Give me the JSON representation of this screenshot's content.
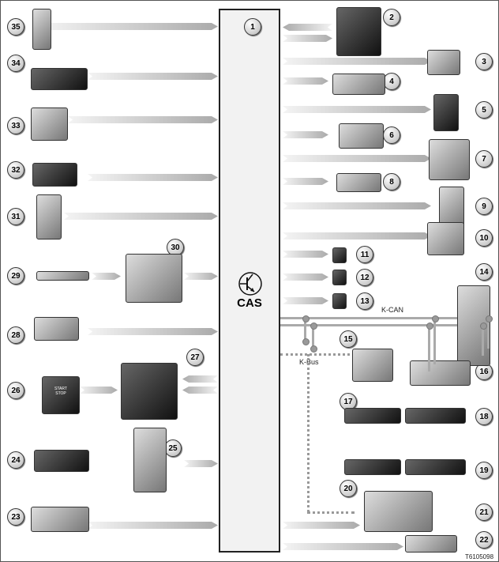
{
  "control_unit": {
    "number": "1",
    "label": "CAS"
  },
  "bus_labels": {
    "kcan": "K-CAN",
    "kbus": "K-Bus"
  },
  "component_numbers": [
    "2",
    "3",
    "4",
    "5",
    "6",
    "7",
    "8",
    "9",
    "10",
    "11",
    "12",
    "13",
    "14",
    "15",
    "16",
    "17",
    "18",
    "19",
    "20",
    "21",
    "22",
    "23",
    "24",
    "25",
    "26",
    "27",
    "28",
    "29",
    "30",
    "31",
    "32",
    "33",
    "34",
    "35"
  ],
  "button_text": {
    "start_stop": "START STOP"
  },
  "figure_id": "T6105098"
}
